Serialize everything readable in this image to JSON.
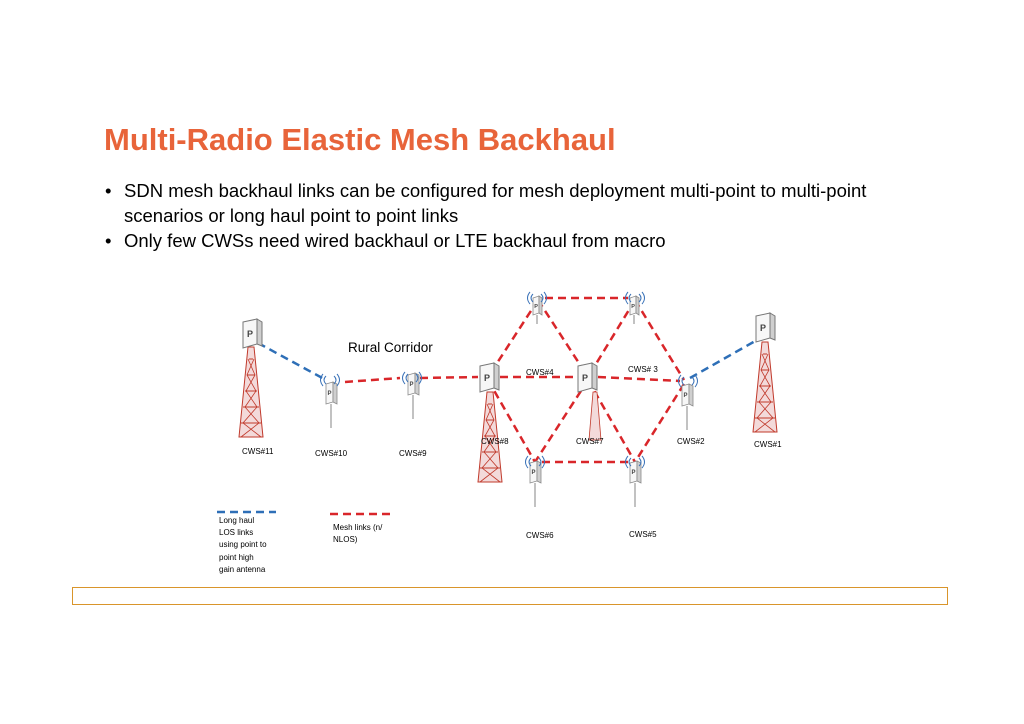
{
  "slide": {
    "title": "Multi-Radio Elastic Mesh Backhaul",
    "bullets": [
      "SDN mesh backhaul links can be configured for mesh deployment multi-point to multi-point scenarios or long haul point to point links",
      "Only few CWSs need wired backhaul or LTE backhaul from macro"
    ]
  },
  "diagram": {
    "corridor_label": "Rural Corridor",
    "nodes": {
      "cws1": "CWS#1",
      "cws2": "CWS#2",
      "cws3": "CWS# 3",
      "cws4": "CWS#4",
      "cws5": "CWS#5",
      "cws6": "CWS#6",
      "cws7": "CWS#7",
      "cws8": "CWS#8",
      "cws9": "CWS#9",
      "cws10": "CWS#10",
      "cws11": "CWS#11"
    },
    "legend": {
      "long_haul": [
        "Long haul",
        "LOS links",
        "using  point to",
        "point high",
        "gain antenna"
      ],
      "mesh": [
        "Mesh links (n/",
        "NLOS)"
      ]
    },
    "colors": {
      "title": "#e8643a",
      "mesh_link": "#d9262a",
      "long_haul_link": "#2e6fb7",
      "tower": "#c0392b",
      "footer_border": "#d9952b"
    }
  }
}
